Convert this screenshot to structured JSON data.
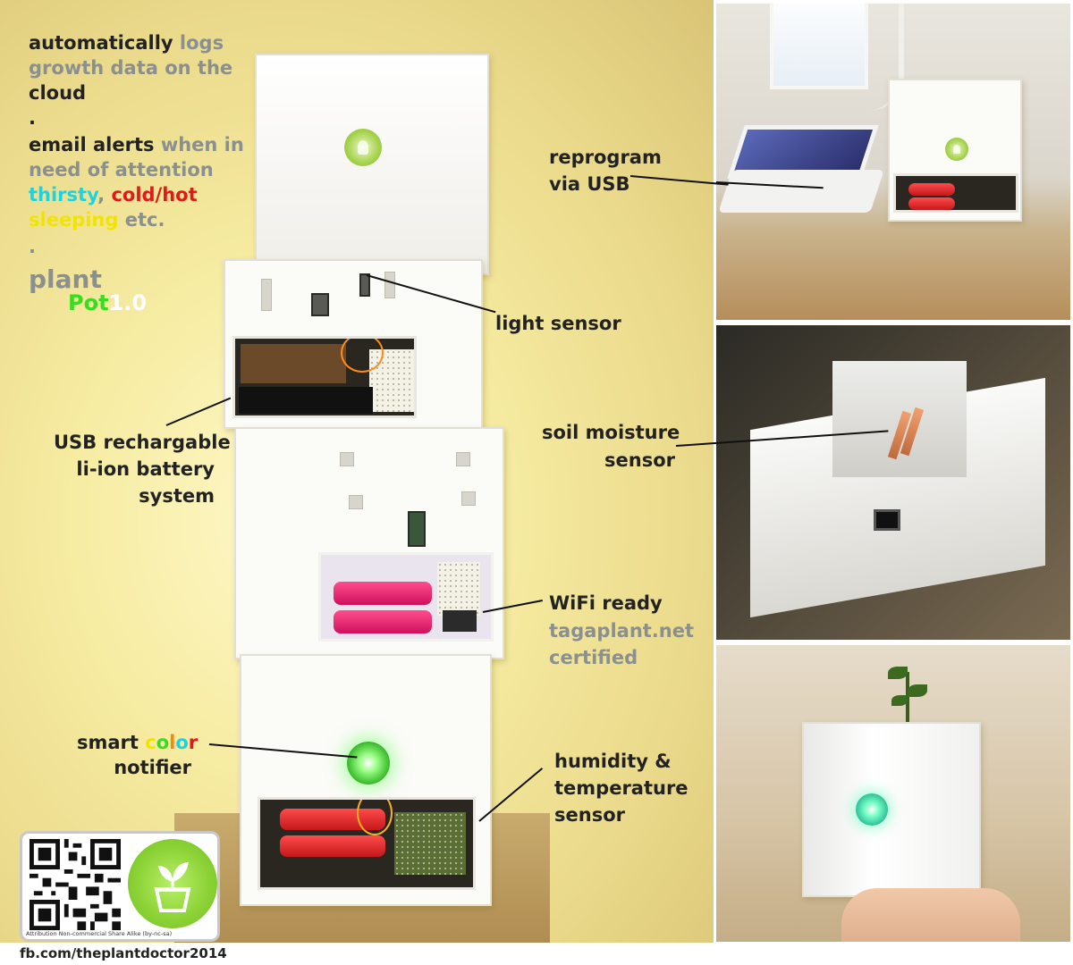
{
  "features": {
    "cloud_line1_bold": "automatically",
    "cloud_line1_gray": "logs",
    "cloud_line2": "growth data on the",
    "cloud_line3": "cloud",
    "dot1": ".",
    "email_bold": "email alerts",
    "email_gray": "when in",
    "email_line2": "need of attention",
    "thirsty": "thirsty",
    "comma": ",",
    "coldhot": "cold/hot",
    "sleeping": "sleeping",
    "etc": "etc.",
    "dot2": "."
  },
  "brand": {
    "plant": "plant",
    "pot": "Pot",
    "version": "1.0"
  },
  "callouts": {
    "light_sensor": "light sensor",
    "usb_battery_line1": "USB rechargable",
    "usb_battery_line2": "li-ion battery",
    "usb_battery_line3": "system",
    "wifi_ready": "WiFi ready",
    "tagaplant": "tagaplant.net",
    "certified": "certified",
    "smart": "smart",
    "color_c1": "c",
    "color_o1": "o",
    "color_l": "l",
    "color_o2": "o",
    "color_r": "r",
    "notifier": "notifier",
    "humidity_line1": "humidity &",
    "humidity_line2": "temperature",
    "humidity_line3": "sensor",
    "reprogram_line1": "reprogram",
    "reprogram_line2": "via USB",
    "soil_line1": "soil moisture",
    "soil_line2": "sensor"
  },
  "license": {
    "text": "Attribution Non-commercial Share Alike (by-nc-sa)"
  },
  "footer": {
    "url": "fb.com/theplantdoctor2014"
  },
  "colors": {
    "cyan": "#1ed2df",
    "red": "#e01a1a",
    "yellow": "#f0e400",
    "green": "#3adc20",
    "gray": "#8a8f8f"
  }
}
